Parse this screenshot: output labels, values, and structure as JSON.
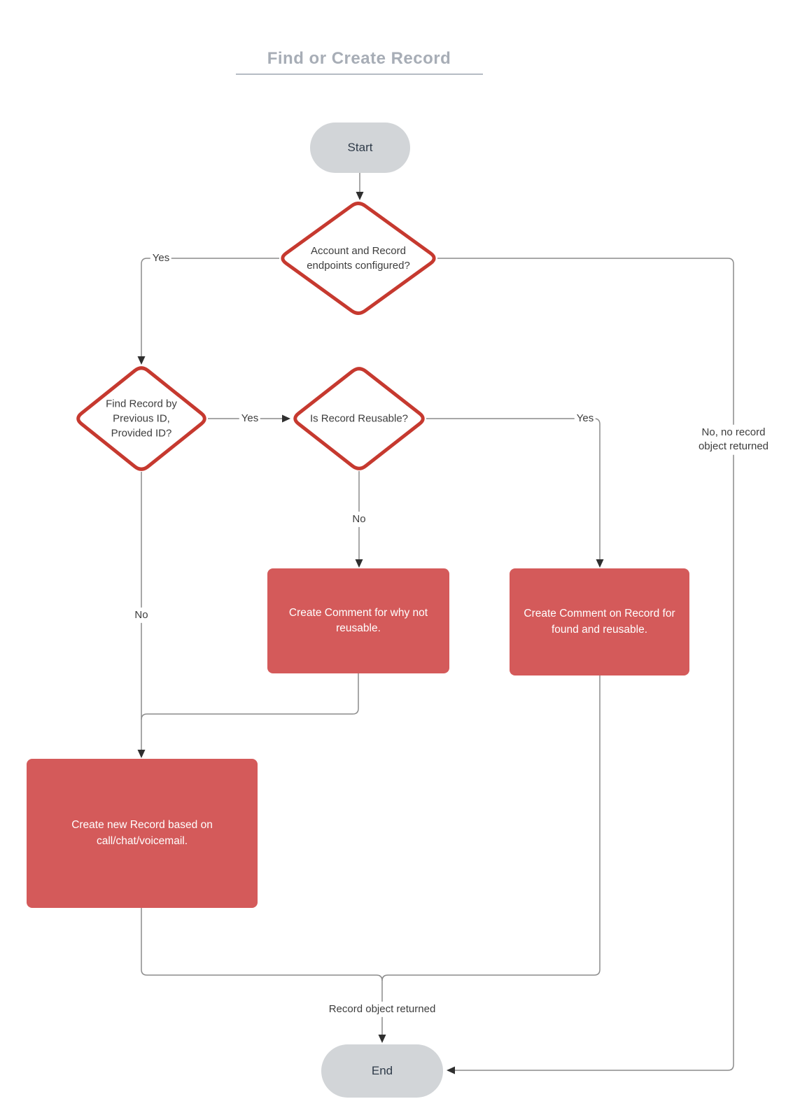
{
  "title": "Find or Create Record",
  "nodes": {
    "start": "Start",
    "decision_endpoints": "Account and Record endpoints configured?",
    "decision_find_record": "Find Record by Previous ID, Provided ID?",
    "decision_reusable": "Is Record Reusable?",
    "process_comment_not_reusable": "Create Comment for why not reusable.",
    "process_comment_found_reusable": "Create Comment on Record for found and reusable.",
    "process_create_record": "Create new Record based on call/chat/voicemail.",
    "end": "End"
  },
  "edge_labels": {
    "endpoints_yes": "Yes",
    "endpoints_no": "No, no record object returned",
    "find_yes": "Yes",
    "find_no": "No",
    "reusable_yes": "Yes",
    "reusable_no": "No",
    "record_returned": "Record object returned"
  },
  "colors": {
    "process_fill": "#d45a5a",
    "decision_stroke": "#c6392f",
    "terminal_fill": "#d2d5d8",
    "connector": "#8c8c8c",
    "arrowhead": "#2f2f2f",
    "title_text": "#a7adb6",
    "title_underline": "#b6bcc4"
  }
}
